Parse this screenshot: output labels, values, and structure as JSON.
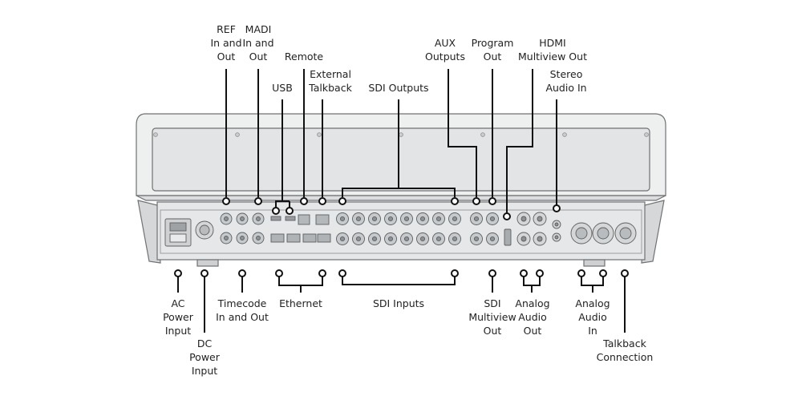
{
  "top_labels": {
    "ref": "REF\nIn and\nOut",
    "madi": "MADI\nIn and\nOut",
    "remote": "Remote",
    "usb": "USB",
    "external_talkback": "External\nTalkback",
    "sdi_outputs": "SDI Outputs",
    "aux_outputs": "AUX\nOutputs",
    "program_out": "Program\nOut",
    "hdmi_multiview_out": "HDMI\nMultiview Out",
    "stereo_audio_in": "Stereo\nAudio In"
  },
  "bottom_labels": {
    "ac_power": "AC\nPower\nInput",
    "dc_power": "DC\nPower\nInput",
    "timecode": "Timecode\nIn and Out",
    "ethernet": "Ethernet",
    "sdi_inputs": "SDI Inputs",
    "sdi_multiview_out": "SDI\nMultiview\nOut",
    "analog_audio_out": "Analog\nAudio\nOut",
    "analog_audio_in": "Analog\nAudio\nIn",
    "talkback_connection": "Talkback\nConnection"
  },
  "colors": {
    "line": "#111111",
    "panel_fill": "#e4e5e6",
    "panel_edge": "#7a7c7e",
    "lid_fill": "#eceded",
    "port_fill": "#d0d2d4"
  }
}
